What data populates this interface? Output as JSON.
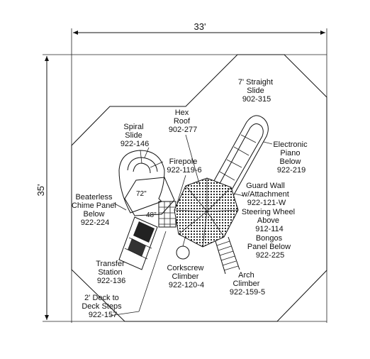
{
  "dimensions": {
    "width": "33'",
    "height": "35'"
  },
  "labels": {
    "straight_slide": [
      "7' Straight",
      "Slide",
      "902-315"
    ],
    "hex_roof": [
      "Hex",
      "Roof",
      "902-277"
    ],
    "spiral_slide": [
      "Spiral",
      "Slide",
      "922-146"
    ],
    "electronic_piano": [
      "Electronic",
      "Piano",
      "Below",
      "922-219"
    ],
    "firepole": [
      "Firepole",
      "922-119-6"
    ],
    "guard_wall": [
      "Guard Wall",
      "w/Attachment",
      "922-121-W"
    ],
    "steering_wheel": [
      "Steering Wheel",
      "Above",
      "912-114"
    ],
    "bongos": [
      "Bongos",
      "Panel Below",
      "922-225"
    ],
    "beaterless_chime": [
      "Beaterless",
      "Chime Panel",
      "Below",
      "922-224"
    ],
    "transfer_station": [
      "Transfer",
      "Station",
      "922-136"
    ],
    "corkscrew_climber": [
      "Corkscrew",
      "Climber",
      "922-120-4"
    ],
    "arch_climber": [
      "Arch",
      "Climber",
      "922-159-5"
    ],
    "deck_steps": [
      "2' Deck to",
      "Deck Steps",
      "922-157"
    ]
  },
  "deck_heights": {
    "upper": "72\"",
    "lower": "48\""
  }
}
